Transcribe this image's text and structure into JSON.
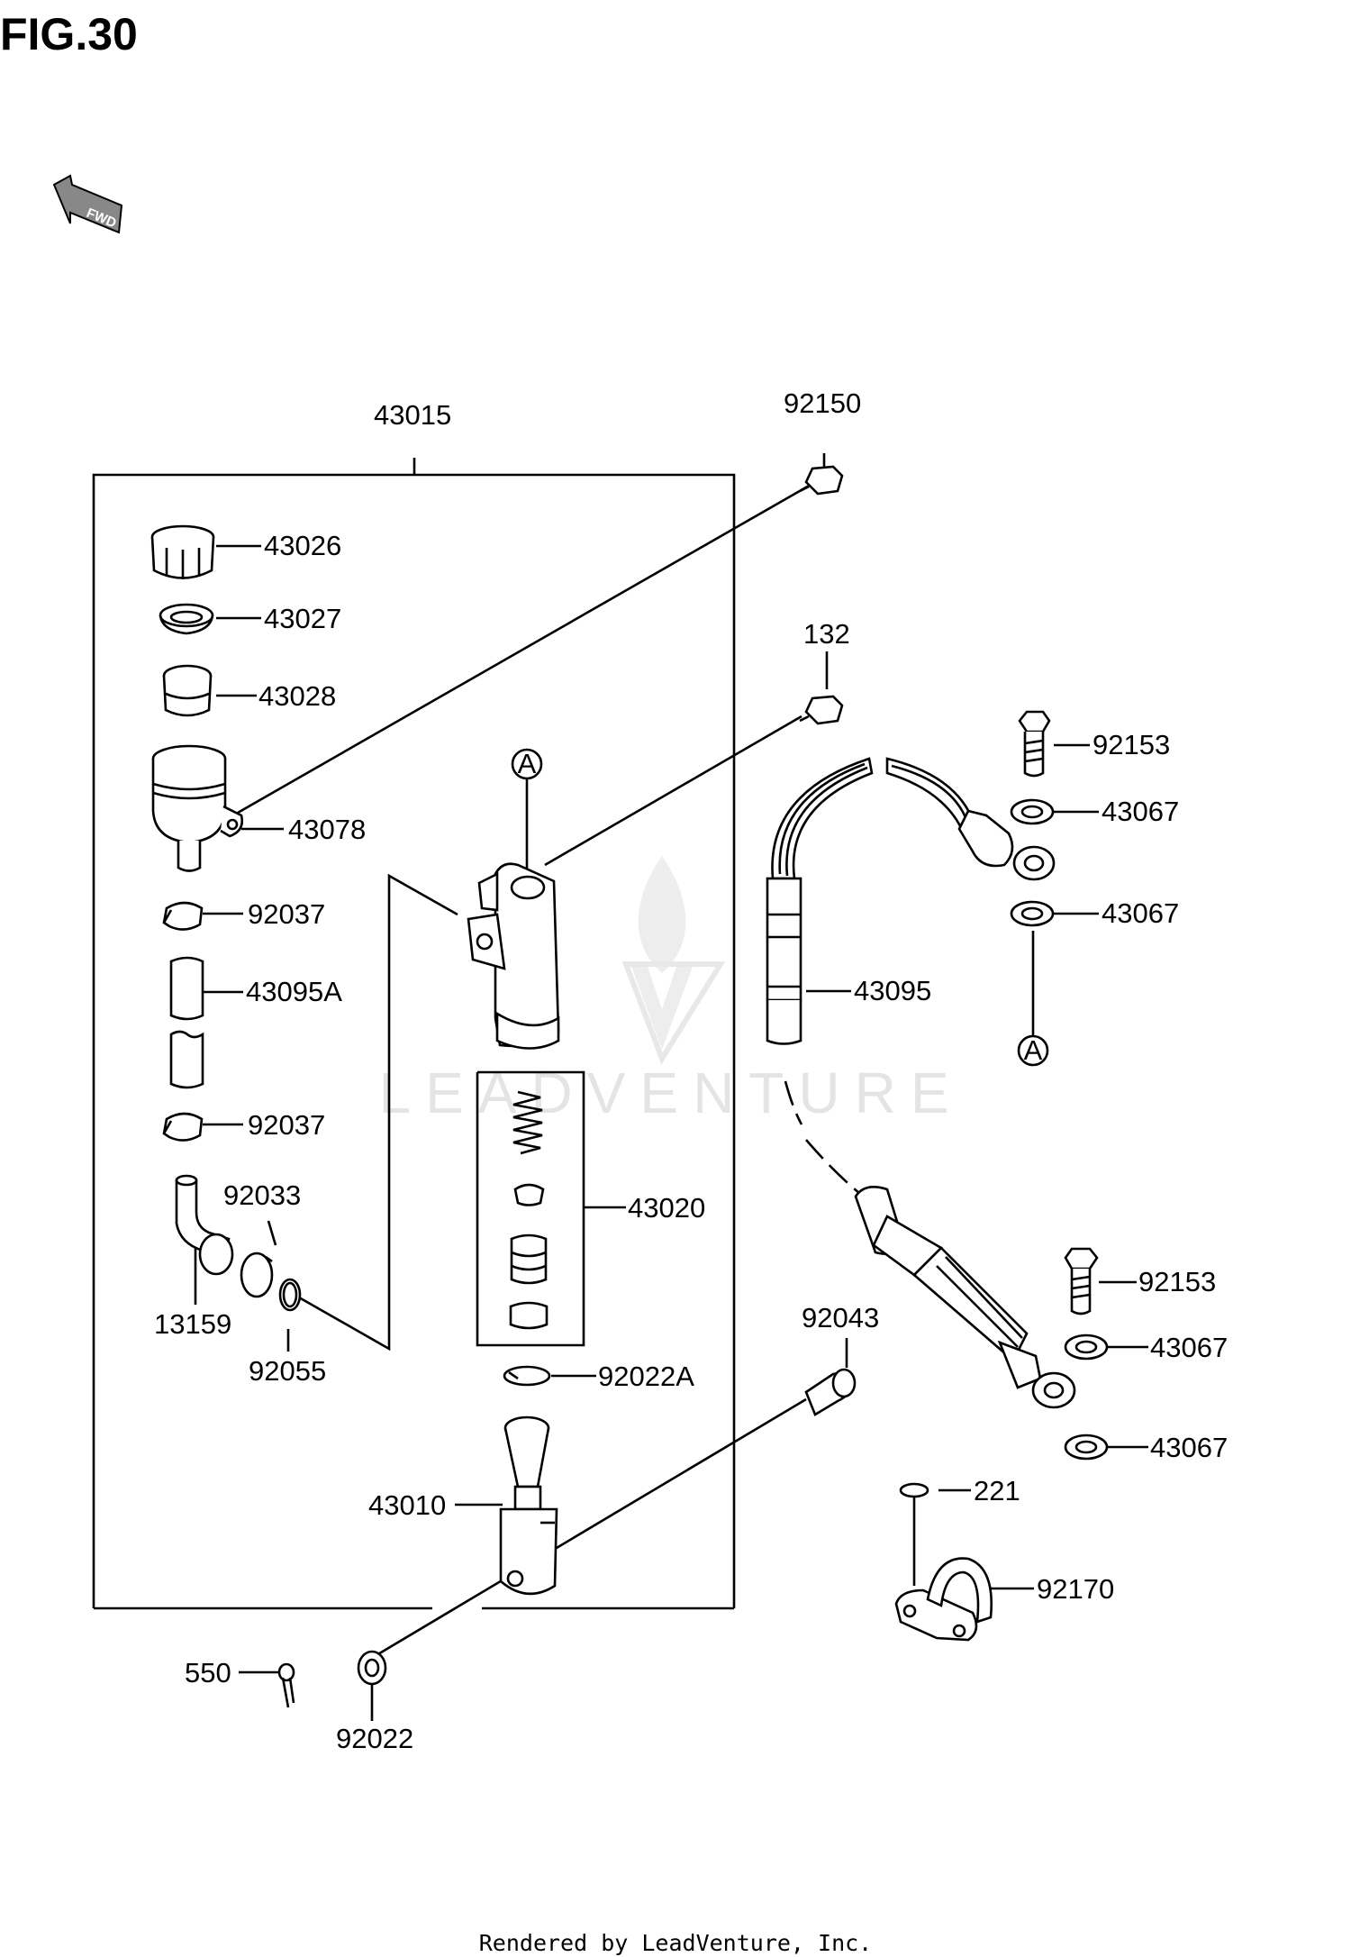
{
  "figure": {
    "title": "FIG.30",
    "fwd_label": "FWD"
  },
  "watermark": "LEADVENTURE",
  "footer": "Rendered by LeadVenture, Inc.",
  "callouts": {
    "p43015": "43015",
    "p92150": "92150",
    "p43026": "43026",
    "p43027": "43027",
    "p43028": "43028",
    "p43078": "43078",
    "p132": "132",
    "p92153a": "92153",
    "p43067a": "43067",
    "p43067b": "43067",
    "ref_a1": "A",
    "ref_a2": "A",
    "p92037a": "92037",
    "p43095A": "43095A",
    "p43095": "43095",
    "p92037b": "92037",
    "p92033": "92033",
    "p43020": "43020",
    "p13159": "13159",
    "p92055": "92055",
    "p92022A": "92022A",
    "p92043": "92043",
    "p92153b": "92153",
    "p43067c": "43067",
    "p43067d": "43067",
    "p43010": "43010",
    "p221": "221",
    "p92170": "92170",
    "p550": "550",
    "p92022": "92022"
  }
}
